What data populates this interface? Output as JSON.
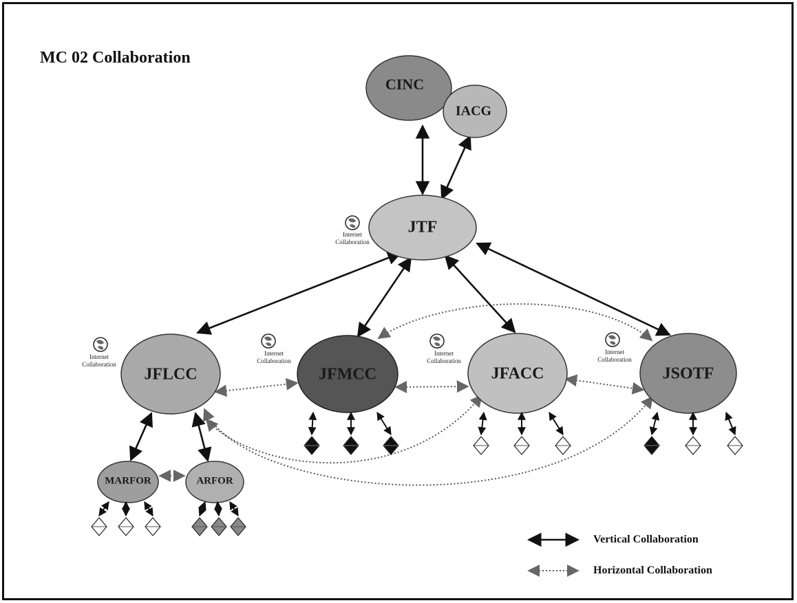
{
  "title": "MC 02 Collaboration",
  "nodes": {
    "cinc": "CINC",
    "iacg": "IACG",
    "jtf": "JTF",
    "jflcc": "JFLCC",
    "jfmcc": "JFMCC",
    "jfacc": "JFACC",
    "jsotf": "JSOTF",
    "marfor": "MARFOR",
    "arfor": "ARFOR"
  },
  "internet_collaboration": {
    "line1": "Internet",
    "line2": "Collaboration"
  },
  "legend": {
    "vertical": "Vertical Collaboration",
    "horizontal": "Horizontal Collaboration"
  },
  "colors": {
    "cinc": "#8a8a8a",
    "iacg": "#b8b8b8",
    "jtf": "#c4c4c4",
    "jflcc": "#a9a9a9",
    "jfmcc": "#555555",
    "jfacc": "#c0c0c0",
    "jsotf": "#8d8d8d",
    "marfor": "#9e9e9e",
    "arfor": "#b0b0b0"
  },
  "icons": {
    "internet": "globe-icon",
    "unit": "diamond-unit-icon"
  }
}
